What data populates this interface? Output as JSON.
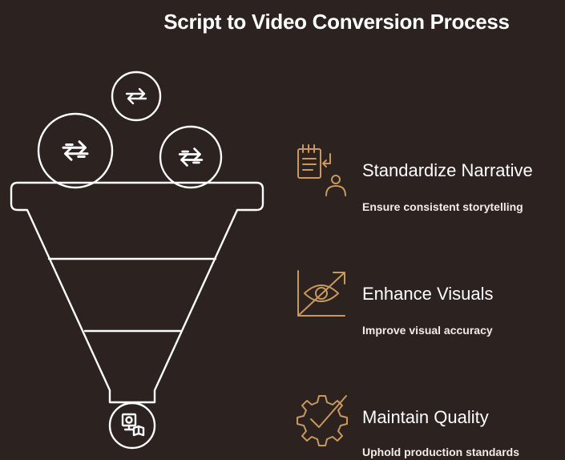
{
  "title": "Script to Video Conversion Process",
  "colors": {
    "background": "#2c2220",
    "line": "#ffffff",
    "accent": "#c8985c"
  },
  "input_icons": [
    "arrows-swap-icon",
    "arrows-swap-icon",
    "arrows-swap-icon"
  ],
  "output_icon": "monitor-book-icon",
  "steps": [
    {
      "title": "Standardize Narrative",
      "description": "Ensure consistent storytelling",
      "icon": "script-person-icon"
    },
    {
      "title": "Enhance Visuals",
      "description": "Improve visual accuracy",
      "icon": "eye-icon"
    },
    {
      "title": "Maintain Quality",
      "description": "Uphold production standards",
      "icon": "gear-check-icon"
    }
  ]
}
